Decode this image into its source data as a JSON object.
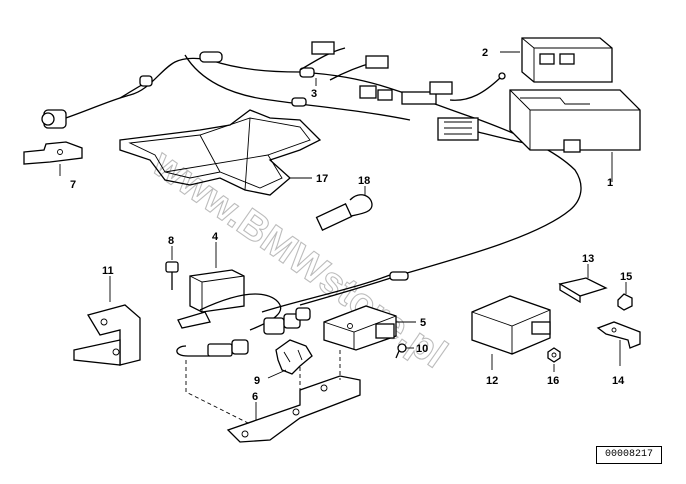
{
  "labels": {
    "l1": "1",
    "l2": "2",
    "l3": "3",
    "l4": "4",
    "l5": "5",
    "l6": "6",
    "l7": "7",
    "l8": "8",
    "l9": "9",
    "l10": "10",
    "l11": "11",
    "l12": "12",
    "l13": "13",
    "l14": "14",
    "l15": "15",
    "l16": "16",
    "l17": "17",
    "l18": "18"
  },
  "watermark": "www.BMWstore.pl",
  "diagram_ref": "00008217"
}
